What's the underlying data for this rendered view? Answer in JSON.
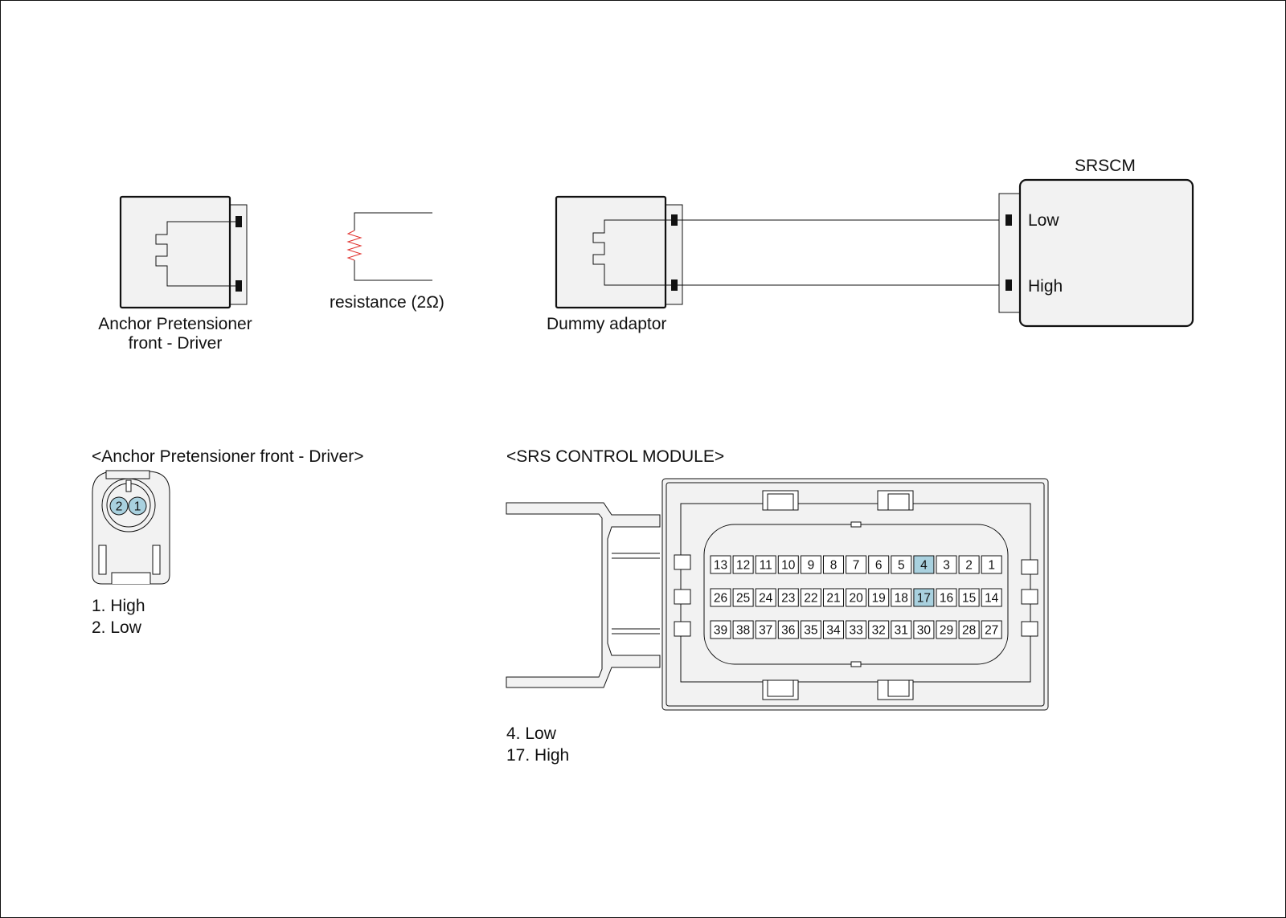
{
  "diagram": {
    "anchor_label_line1": "Anchor Pretensioner",
    "anchor_label_line2": "front - Driver",
    "resistance_label": "resistance (2Ω)",
    "dummy_label": "Dummy adaptor",
    "srscm": {
      "title": "SRSCM",
      "pin_low": "Low",
      "pin_high": "High"
    }
  },
  "anchor_connector": {
    "heading": "<Anchor Pretensioner front - Driver>",
    "pins": [
      "2",
      "1"
    ],
    "highlighted_pins": [
      "1",
      "2"
    ],
    "legend": [
      "1. High",
      "2. Low"
    ]
  },
  "srs_module": {
    "heading": "<SRS CONTROL MODULE>",
    "rows": [
      [
        "13",
        "12",
        "11",
        "10",
        "9",
        "8",
        "7",
        "6",
        "5",
        "4",
        "3",
        "2",
        "1"
      ],
      [
        "26",
        "25",
        "24",
        "23",
        "22",
        "21",
        "20",
        "19",
        "18",
        "17",
        "16",
        "15",
        "14"
      ],
      [
        "39",
        "38",
        "37",
        "36",
        "35",
        "34",
        "33",
        "32",
        "31",
        "30",
        "29",
        "28",
        "27"
      ]
    ],
    "highlighted_pins": [
      "4",
      "17"
    ],
    "legend": [
      "4. Low",
      "17. High"
    ]
  },
  "colors": {
    "line": "#111111",
    "connector_fill": "#f2f2f2",
    "pin_highlight": "#a9d1df",
    "resistor": "#e0302c"
  }
}
